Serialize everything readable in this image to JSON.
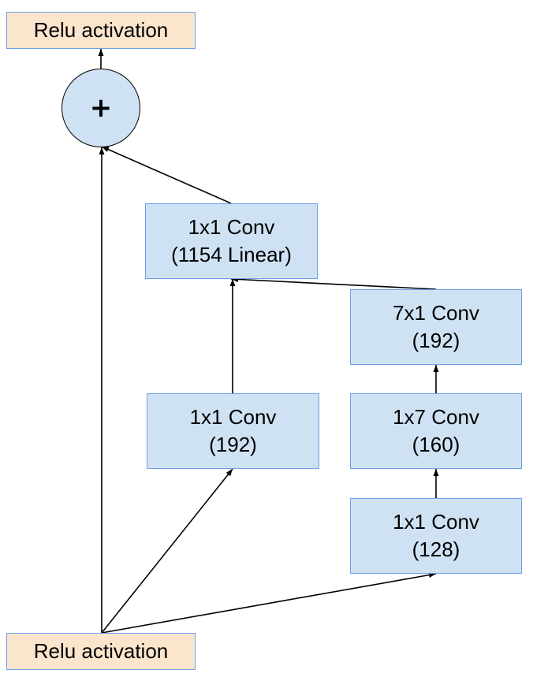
{
  "colors": {
    "relu_fill": "#fce5cd",
    "conv_fill": "#cfe2f3",
    "node_border": "#6d9eeb",
    "edge": "#000000"
  },
  "nodes": {
    "relu_top": {
      "label": "Relu activation"
    },
    "add": {
      "symbol": "+"
    },
    "conv_1154": {
      "line1": "1x1 Conv",
      "line2": "(1154 Linear)"
    },
    "conv_7x1": {
      "line1": "7x1 Conv",
      "line2": "(192)"
    },
    "conv_1x1_192": {
      "line1": "1x1 Conv",
      "line2": "(192)"
    },
    "conv_1x7": {
      "line1": "1x7 Conv",
      "line2": "(160)"
    },
    "conv_1x1_128": {
      "line1": "1x1 Conv",
      "line2": "(128)"
    },
    "relu_bottom": {
      "label": "Relu activation"
    }
  },
  "edges": [
    {
      "from": "relu_bottom",
      "to": "add"
    },
    {
      "from": "relu_bottom",
      "to": "conv_1x1_192"
    },
    {
      "from": "relu_bottom",
      "to": "conv_1x1_128"
    },
    {
      "from": "conv_1x1_128",
      "to": "conv_1x7"
    },
    {
      "from": "conv_1x7",
      "to": "conv_7x1"
    },
    {
      "from": "conv_1x1_192",
      "to": "conv_1154"
    },
    {
      "from": "conv_7x1",
      "to": "conv_1154"
    },
    {
      "from": "conv_1154",
      "to": "add"
    },
    {
      "from": "add",
      "to": "relu_top"
    }
  ]
}
